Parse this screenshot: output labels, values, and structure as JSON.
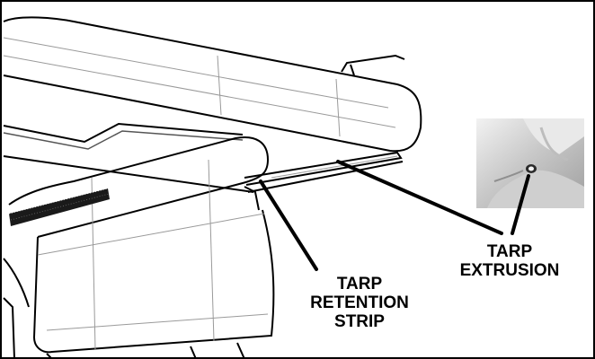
{
  "callouts": {
    "extrusion": {
      "line1": "TARP",
      "line2": "EXTRUSION"
    },
    "retention": {
      "line1": "TARP",
      "line2": "RETENTION",
      "line3": "STRIP"
    }
  },
  "colors": {
    "outline": "#000000",
    "detail_line": "#9a9a9a",
    "photo_dark": "#8a8a8a",
    "photo_light": "#e6e6e6"
  }
}
